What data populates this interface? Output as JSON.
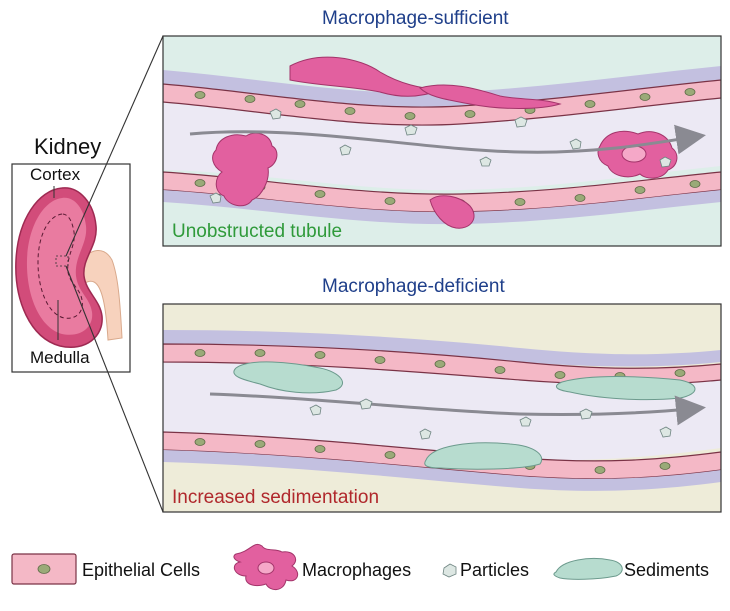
{
  "colors": {
    "title_blue": "#1f3f8a",
    "unobstructed_green": "#2f9a3a",
    "sedimentation_red": "#b0282c",
    "cell_pink": "#f4b8c6",
    "nucleus_green": "#9aaa78",
    "macrophage_magenta": "#e2609f",
    "sediment_teal": "#b7dccf",
    "lumen_lavender": "#e9e6f2",
    "panel_top_bg": "#ddeee9",
    "panel_bottom_bg": "#eeecd9"
  },
  "kidney": {
    "title": "Kidney",
    "cortex_label": "Cortex",
    "medulla_label": "Medulla"
  },
  "panels": [
    {
      "title": "Macrophage-sufficient",
      "note": "Unobstructed tubule"
    },
    {
      "title": "Macrophage-deficient",
      "note": "Increased sedimentation"
    }
  ],
  "legend": [
    {
      "icon": "epithelial-cell-icon",
      "label": "Epithelial Cells"
    },
    {
      "icon": "macrophage-icon",
      "label": "Macrophages"
    },
    {
      "icon": "particle-icon",
      "label": "Particles"
    },
    {
      "icon": "sediment-icon",
      "label": "Sediments"
    }
  ]
}
